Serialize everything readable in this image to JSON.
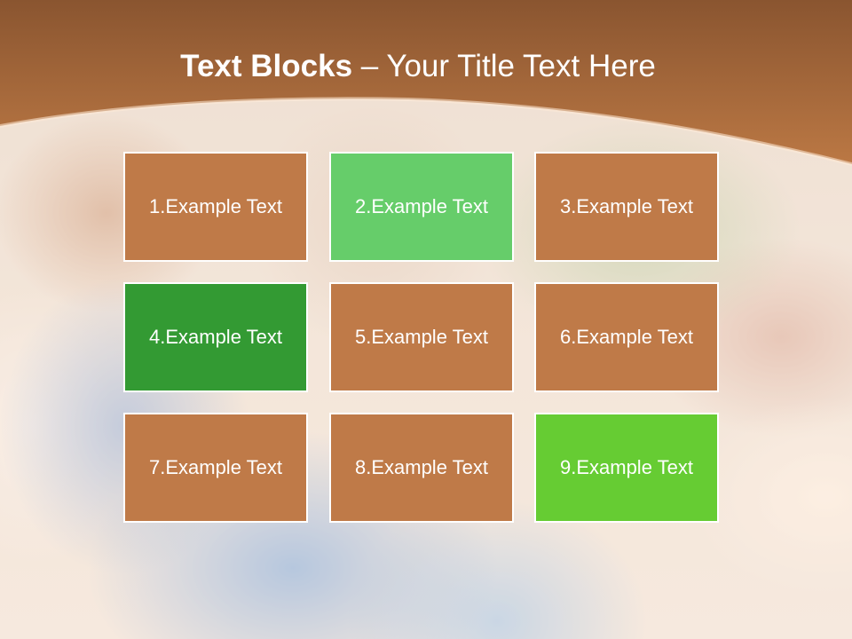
{
  "slide": {
    "title_bold": "Text Blocks",
    "title_dash": " – ",
    "title_rest": "Your Title Text Here"
  },
  "blocks": [
    {
      "label": "1.Example Text",
      "color": "#bf7a48"
    },
    {
      "label": "2.Example Text",
      "color": "#66cd6a"
    },
    {
      "label": "3.Example Text",
      "color": "#bf7a48"
    },
    {
      "label": "4.Example Text",
      "color": "#339a33"
    },
    {
      "label": "5.Example Text",
      "color": "#bf7a48"
    },
    {
      "label": "6.Example Text",
      "color": "#bf7a48"
    },
    {
      "label": "7.Example Text",
      "color": "#bf7a48"
    },
    {
      "label": "8.Example Text",
      "color": "#bf7a48"
    },
    {
      "label": "9.Example Text",
      "color": "#66cc33"
    }
  ],
  "colors": {
    "header_top": "#8a5530",
    "header_bottom": "#bb7844",
    "text": "#ffffff"
  }
}
